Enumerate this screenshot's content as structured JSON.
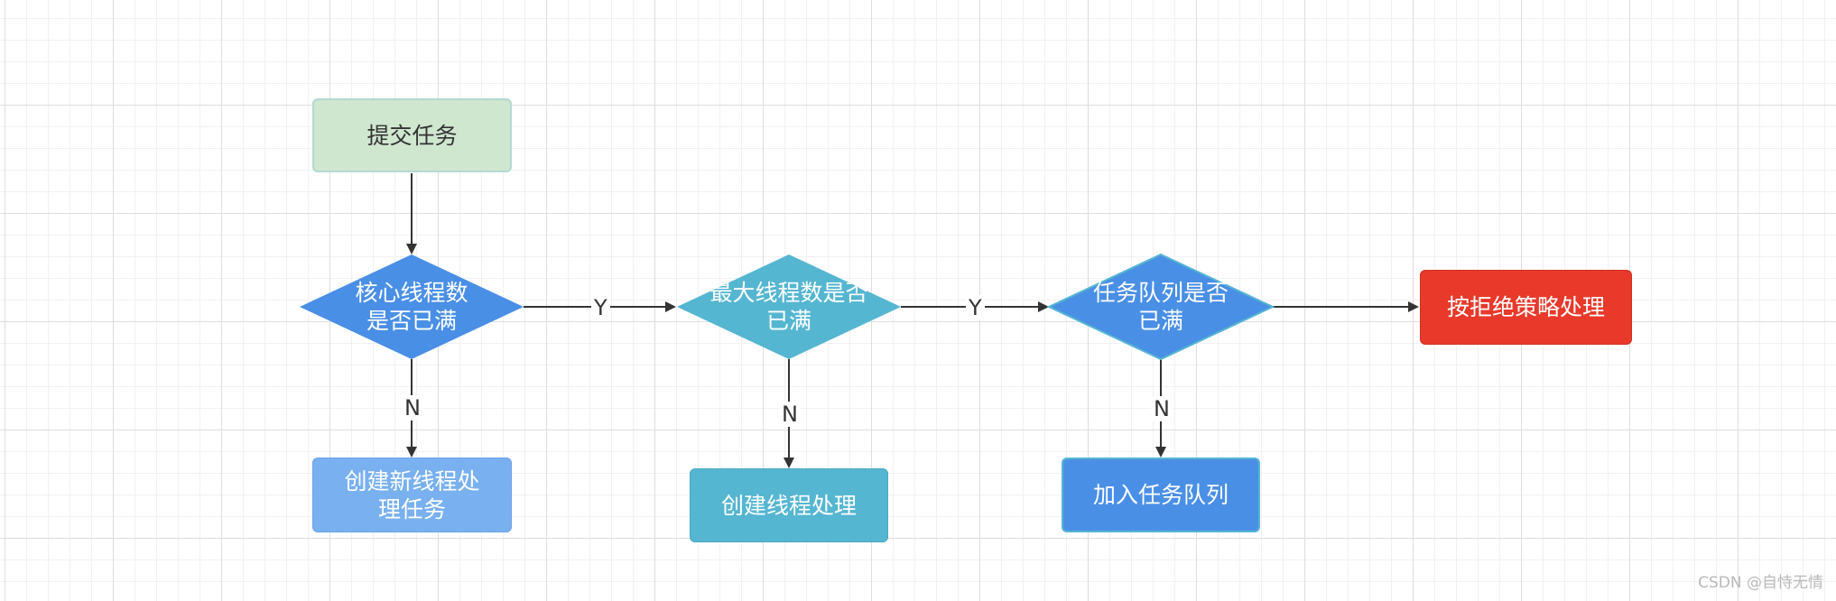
{
  "nodes": {
    "submit_task": "提交任务",
    "core_full_line1": "核心线程数",
    "core_full_line2": "是否已满",
    "max_full_line1": "最大线程数是否",
    "max_full_line2": "已满",
    "queue_full_line1": "任务队列是否",
    "queue_full_line2": "已满",
    "reject": "按拒绝策略处理",
    "create_new_thread_line1": "创建新线程处",
    "create_new_thread_line2": "理任务",
    "create_thread": "创建线程处理",
    "add_to_queue": "加入任务队列"
  },
  "edge_labels": {
    "core_yes": "Y",
    "core_no": "N",
    "max_yes": "Y",
    "max_no": "N",
    "queue_no": "N"
  },
  "watermark": "CSDN @自恃无情",
  "colors": {
    "submit_fill": "#cfe6cf",
    "submit_border": "#b3d9d3",
    "core_diamond": "#4a8fe6",
    "max_diamond": "#55b6d1",
    "queue_diamond": "#4a8fe6",
    "reject_fill": "#e8392b",
    "create_new_fill": "#79b0ef",
    "create_thread_fill": "#55b6d1",
    "add_queue_fill": "#4a8fe6",
    "edge": "#333333"
  }
}
